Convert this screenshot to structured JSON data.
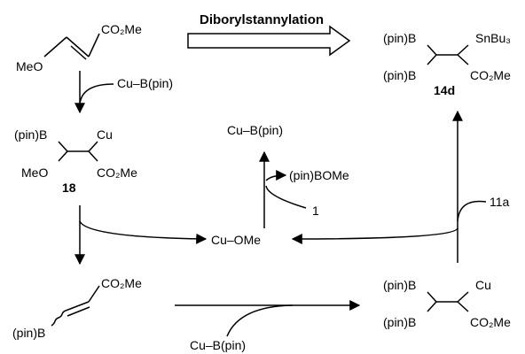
{
  "title": "Diborylstannylation",
  "labels": {
    "cu_bpin": "Cu–B(pin)",
    "co2me": "CO₂Me",
    "meo": "MeO",
    "pinb": "(pin)B",
    "cu": "Cu",
    "sn": "SnBu₃",
    "cu_ome": "Cu–OMe",
    "pinbome": "(pin)BOMe",
    "one": "1",
    "eleven_a": "11a",
    "eighteen": "18",
    "fourteen_d": "14d"
  }
}
